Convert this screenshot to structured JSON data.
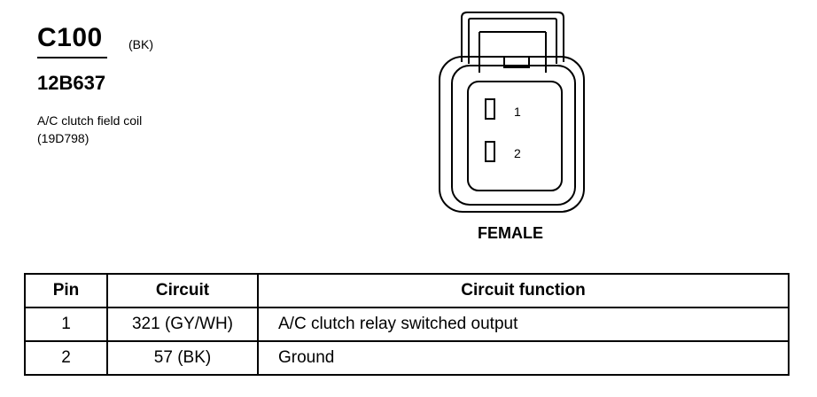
{
  "connector": {
    "id": "C100",
    "color": "(BK)",
    "part_number": "12B637",
    "description_line1": "A/C clutch field coil",
    "description_line2": "(19D798)",
    "gender": "FEMALE",
    "cavity_labels": [
      "1",
      "2"
    ]
  },
  "table": {
    "headers": [
      "Pin",
      "Circuit",
      "Circuit function"
    ],
    "rows": [
      {
        "pin": "1",
        "circuit": "321 (GY/WH)",
        "function": "A/C clutch relay switched output"
      },
      {
        "pin": "2",
        "circuit": "57 (BK)",
        "function": "Ground"
      }
    ]
  }
}
